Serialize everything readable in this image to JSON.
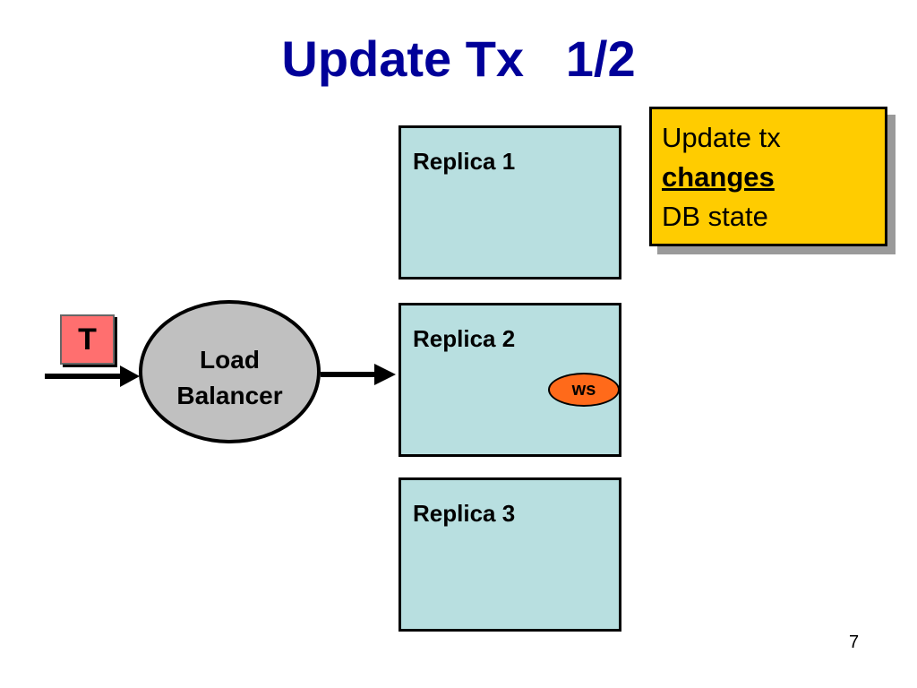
{
  "title": "Update Tx   1/2",
  "replicas": [
    {
      "label": "Replica 1"
    },
    {
      "label": "Replica 2"
    },
    {
      "label": "Replica 3"
    }
  ],
  "note": {
    "line1": "Update tx",
    "line2": "changes",
    "line3": "DB state"
  },
  "transaction": {
    "label": "T"
  },
  "load_balancer": {
    "line1": "Load",
    "line2": "Balancer"
  },
  "writeset": {
    "label": "ws"
  },
  "page_number": "7",
  "colors": {
    "title": "#000099",
    "replica_fill": "#b8dfe0",
    "note_fill": "#ffcc00",
    "note_shadow": "#9a9a9a",
    "transaction_fill": "#ff6f6f",
    "load_balancer_fill": "#c0c0c0",
    "writeset_fill": "#ff6a1a"
  }
}
